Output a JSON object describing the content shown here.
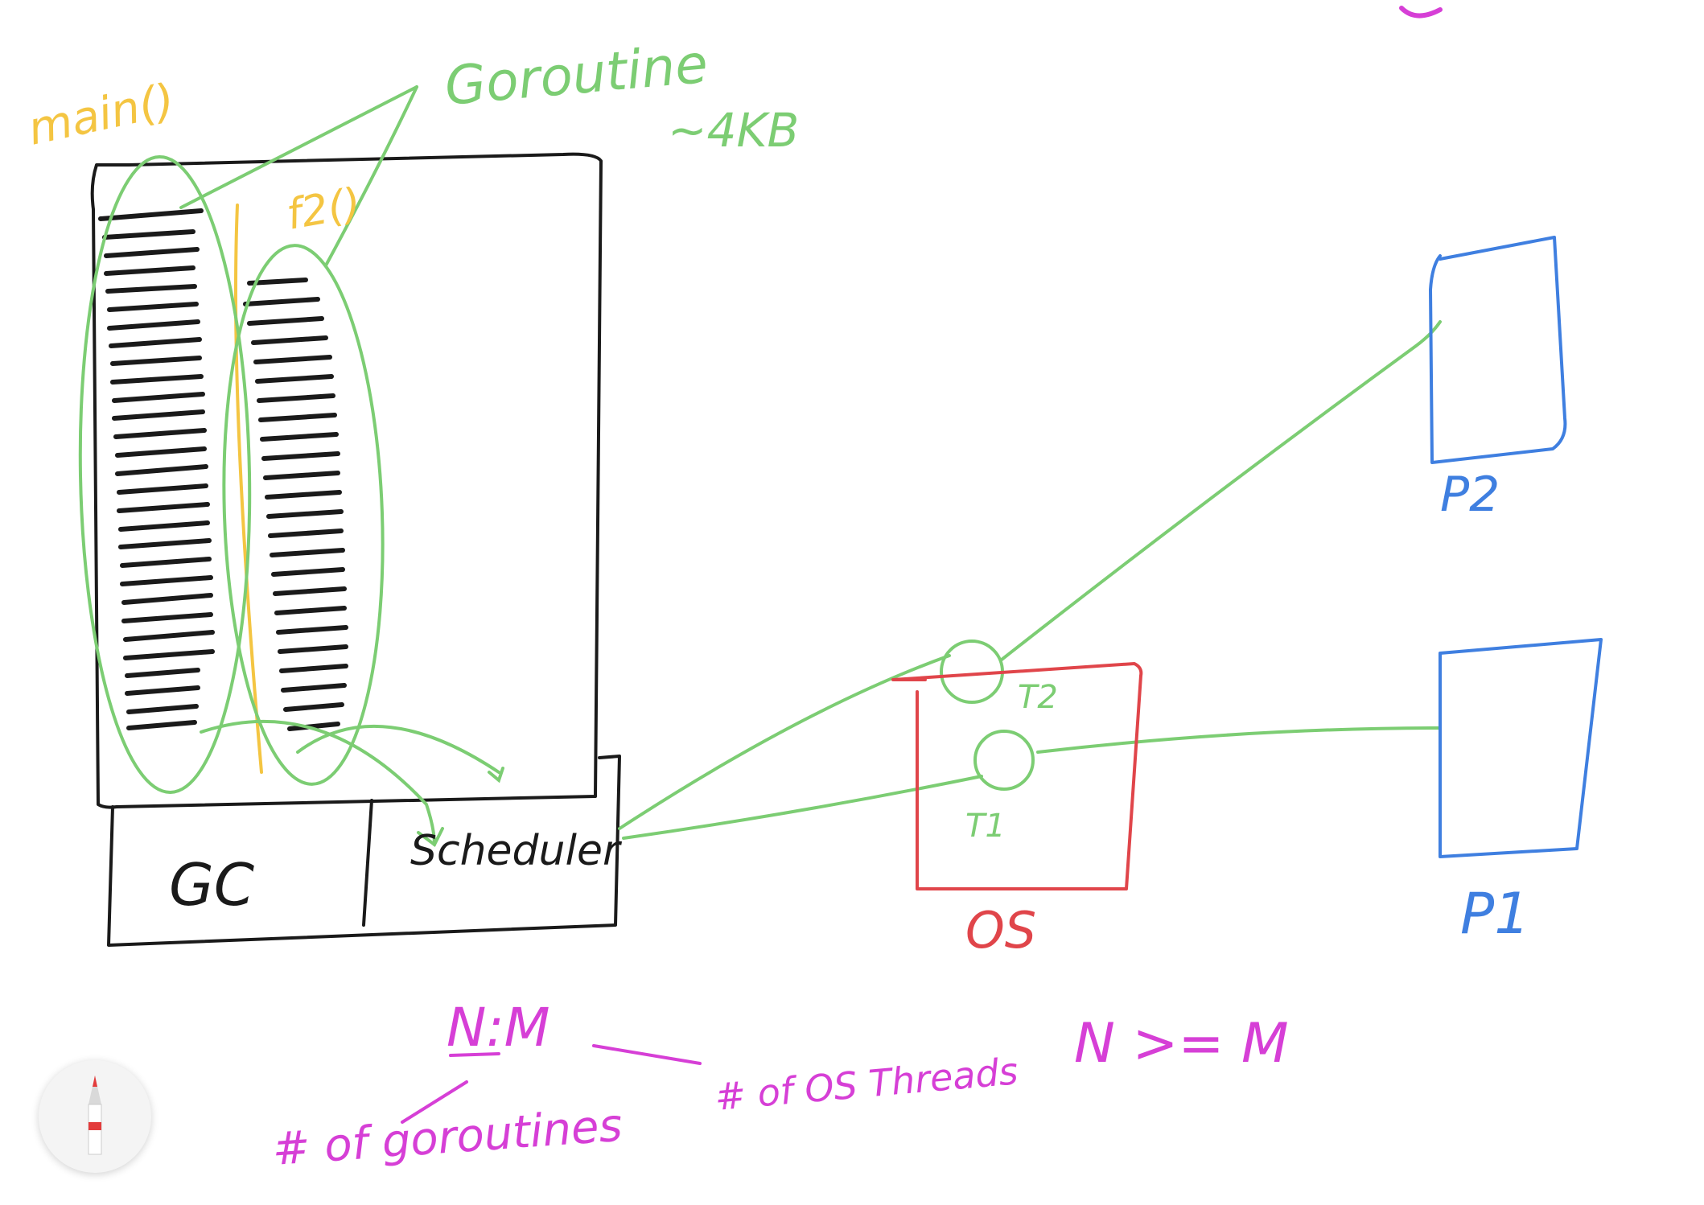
{
  "labels": {
    "main_fn": "main()",
    "f2_fn": "f2()",
    "goroutine": "Goroutine",
    "goroutine_size": "~4KB",
    "gc": "GC",
    "scheduler": "Scheduler",
    "os": "OS",
    "t1": "T1",
    "t2": "T2",
    "p1": "P1",
    "p2": "P2",
    "ratio": "N:M",
    "ratio_n_desc": "# of goroutines",
    "ratio_m_desc": "# of OS Threads",
    "inequality": "N >= M"
  },
  "colors": {
    "ink_black": "#1a1a1a",
    "ink_green": "#7ccd73",
    "ink_yellow": "#f4c542",
    "ink_blue": "#3f7fe0",
    "ink_red": "#e0454a",
    "ink_magenta": "#d63fd6"
  },
  "toolbar": {
    "pencil_icon": "pencil-icon"
  }
}
